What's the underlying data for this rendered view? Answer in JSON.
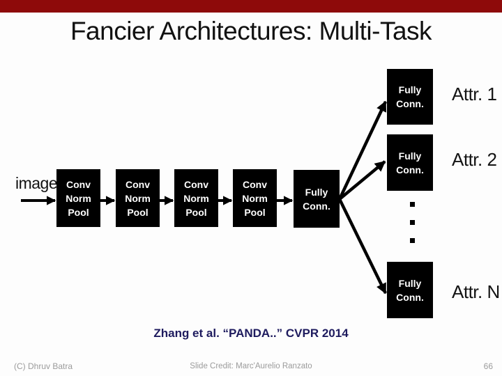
{
  "slide": {
    "title": "Fancier Architectures: Multi-Task",
    "citation": "Zhang et al. “PANDA..” CVPR 2014",
    "footer": {
      "left": "(C) Dhruv Batra",
      "center": "Slide Credit: Marc'Aurelio Ranzato",
      "page_number": "66"
    }
  },
  "diagram": {
    "input_label": "image",
    "conv_blocks": [
      {
        "line1": "Conv",
        "line2": "Norm",
        "line3": "Pool"
      },
      {
        "line1": "Conv",
        "line2": "Norm",
        "line3": "Pool"
      },
      {
        "line1": "Conv",
        "line2": "Norm",
        "line3": "Pool"
      },
      {
        "line1": "Conv",
        "line2": "Norm",
        "line3": "Pool"
      }
    ],
    "trunk_fc": {
      "line1": "Fully",
      "line2": "Conn."
    },
    "heads": [
      {
        "line1": "Fully",
        "line2": "Conn.",
        "attr_label": "Attr. 1"
      },
      {
        "line1": "Fully",
        "line2": "Conn.",
        "attr_label": "Attr. 2"
      },
      {
        "line1": "Fully",
        "line2": "Conn.",
        "attr_label": "Attr. N"
      }
    ]
  },
  "colors": {
    "top_bar": "#8E0A0A",
    "title_text": "#111111",
    "box_bg": "#000000",
    "box_text": "#FFFFFF",
    "citation_text": "#1E1B5E",
    "footer_text": "#9B9B9B"
  }
}
